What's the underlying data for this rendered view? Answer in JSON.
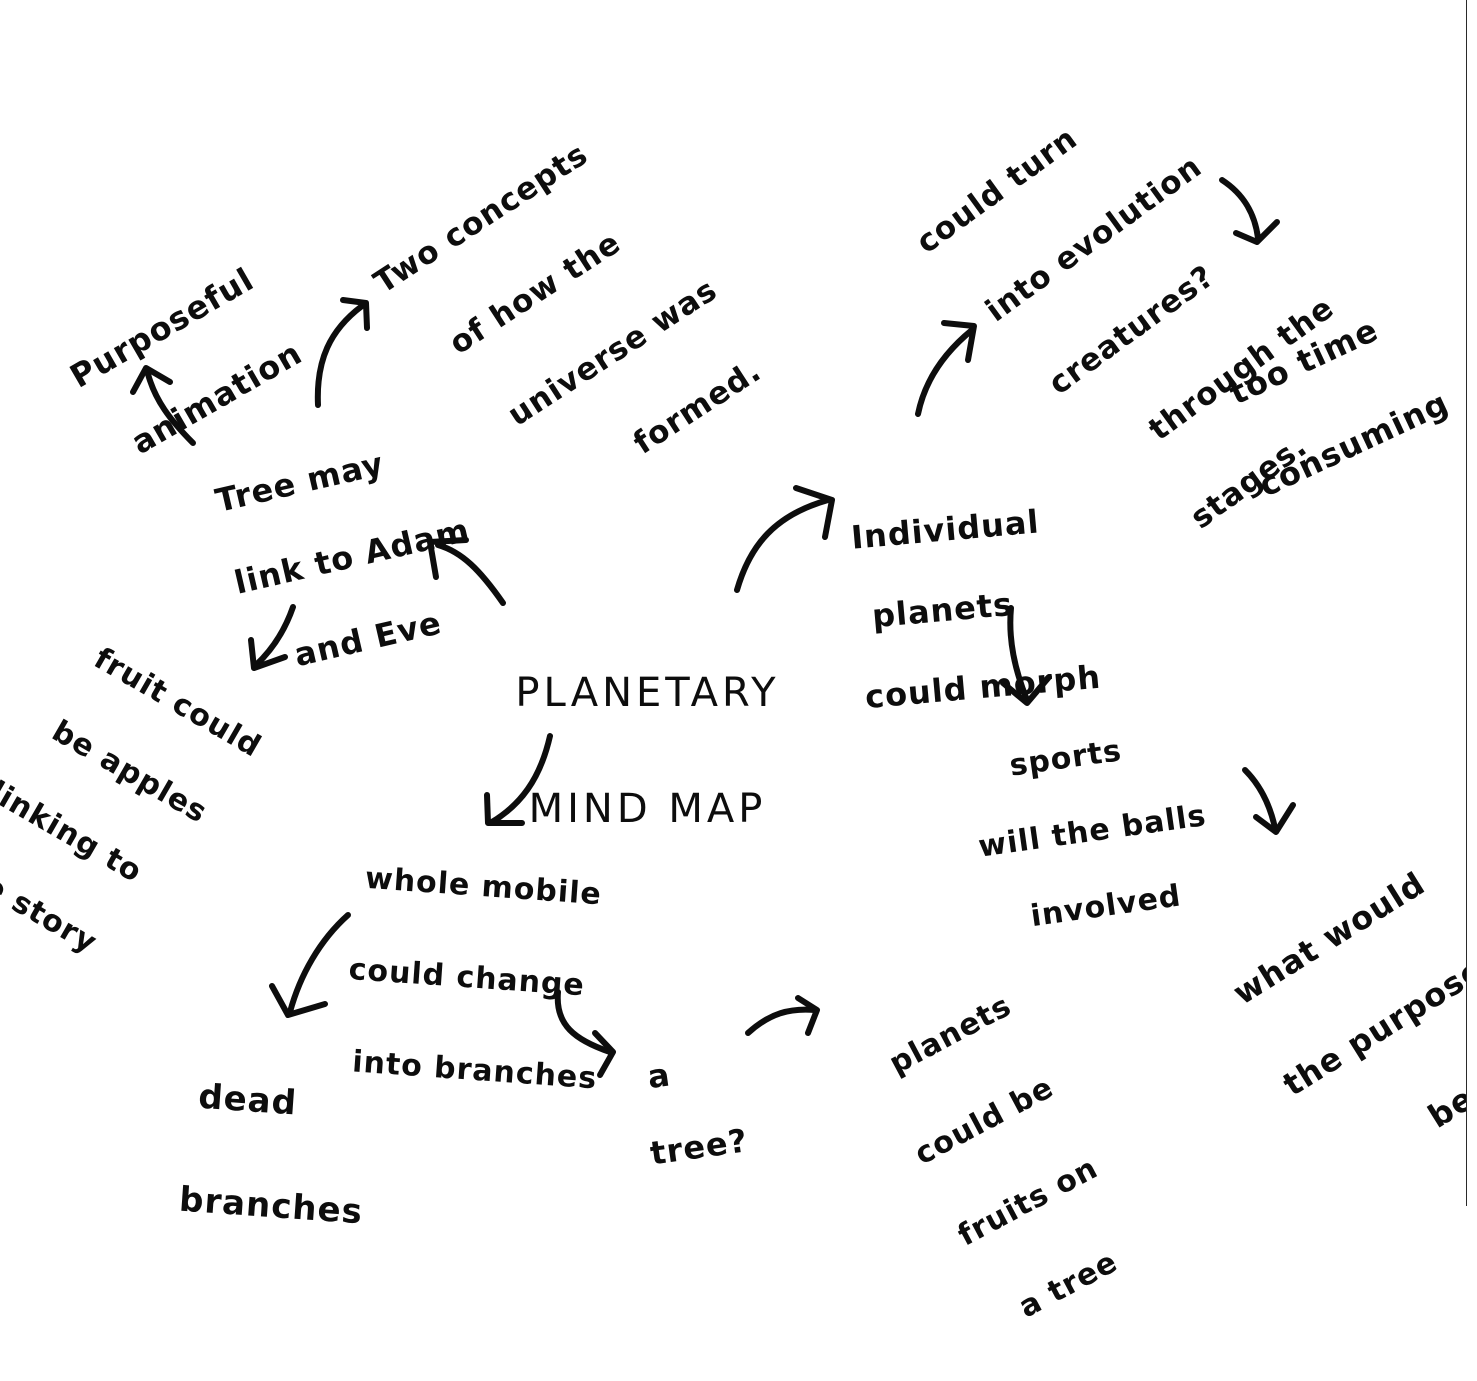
{
  "colors": {
    "ink": "#0d0d0d",
    "paper": "#ffffff"
  },
  "center": {
    "lines": [
      "PLANETARY",
      "MIND MAP"
    ]
  },
  "nodes": {
    "tree_adam_eve": [
      "Tree may",
      "link to Adam",
      "and Eve"
    ],
    "purposeful_animation": [
      "Purposeful",
      "animation"
    ],
    "two_concepts": [
      "Two concepts",
      "of how the",
      "universe was",
      "formed."
    ],
    "fruit_apples": [
      "fruit could",
      "be apples",
      "linking to",
      "the story"
    ],
    "whole_mobile": [
      "whole mobile",
      "could change",
      "into branches"
    ],
    "dead_branches": [
      "dead",
      "branches"
    ],
    "a_tree": [
      "a",
      "tree?"
    ],
    "planets_fruits": [
      "planets",
      "could be",
      "fruits on",
      "a tree"
    ],
    "individual_planets": [
      "Individual",
      "planets",
      "could morph"
    ],
    "evolution": [
      "could turn",
      "into evolution",
      "creatures?",
      "through the",
      "stages."
    ],
    "too_time_consuming": [
      "too time",
      "consuming"
    ],
    "sports_balls": [
      "sports",
      "will the balls",
      "involved"
    ],
    "what_purpose": [
      "what would",
      "the purpose",
      "be...?"
    ]
  }
}
